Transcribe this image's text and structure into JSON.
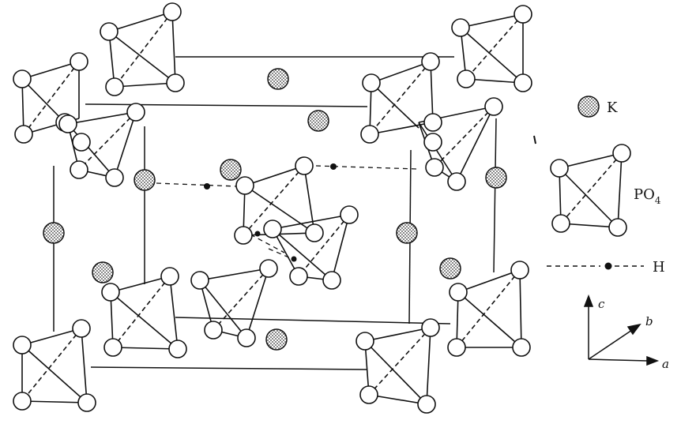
{
  "legend": {
    "k_label": "K",
    "po4_label": "PO",
    "po4_sub": "4",
    "h_label": "H"
  },
  "axes": {
    "c": "c",
    "b": "b",
    "a": "a"
  },
  "colors": {
    "line": "#111111",
    "atom_fill": "#ffffff",
    "k_fill": "#8a8a8a"
  }
}
